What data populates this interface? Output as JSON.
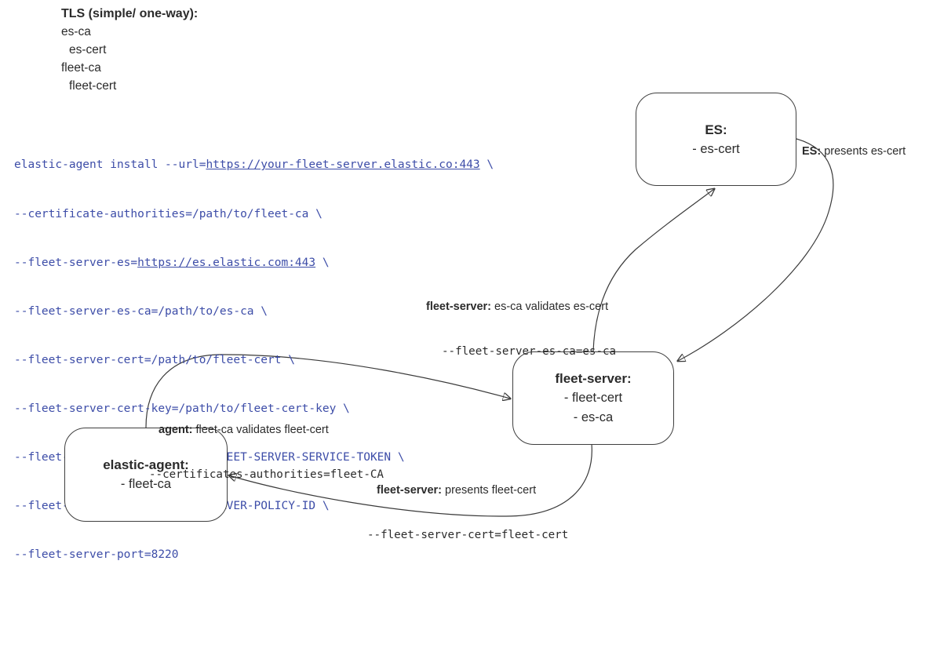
{
  "colors": {
    "background": "#ffffff",
    "text": "#2b2b2b",
    "code_blue": "#3d4da8",
    "box_border": "#3f3f3f",
    "edge_line": "#3a3a3a"
  },
  "tls_legend": {
    "title": "TLS (simple/ one-way):",
    "items": [
      {
        "label": "es-ca",
        "indent": 0
      },
      {
        "label": "es-cert",
        "indent": 1
      },
      {
        "label": "fleet-ca",
        "indent": 0
      },
      {
        "label": "fleet-cert",
        "indent": 1
      }
    ]
  },
  "command": {
    "lines": [
      {
        "pre": "elastic-agent install --url=",
        "link": "https://your-fleet-server.elastic.co:443",
        "post": " \\"
      },
      {
        "pre": "--certificate-authorities=/path/to/fleet-ca \\"
      },
      {
        "pre": "--fleet-server-es=",
        "link": "https://es.elastic.com:443",
        "post": " \\"
      },
      {
        "pre": "--fleet-server-es-ca=/path/to/es-ca \\"
      },
      {
        "pre": "--fleet-server-cert=/path/to/fleet-cert \\"
      },
      {
        "pre": "--fleet-server-cert-key=/path/to/fleet-cert-key \\"
      },
      {
        "pre": "--fleet-server-service-token=FLEET-SERVER-SERVICE-TOKEN \\"
      },
      {
        "pre": "--fleet-server-policy=FLEET-SERVER-POLICY-ID \\"
      },
      {
        "pre": "--fleet-server-port=8220"
      }
    ]
  },
  "nodes": {
    "es": {
      "title": "ES:",
      "item1": "- es-cert"
    },
    "fleet_server": {
      "title": "fleet-server:",
      "item1": "- fleet-cert",
      "item2": "- es-ca"
    },
    "elastic_agent": {
      "title": "elastic-agent:",
      "item1": "- fleet-ca"
    }
  },
  "edge_labels": {
    "es_presents": {
      "bold": "ES:",
      "text": " presents es-cert"
    },
    "fleet_validates": {
      "bold": "fleet-server:",
      "text": " es-ca validates es-cert",
      "code": "--fleet-server-es-ca=es-ca"
    },
    "agent_validates": {
      "bold": "agent:",
      "text": " fleet-ca validates fleet-cert",
      "code": "--certificates-authorities=fleet-CA"
    },
    "fleet_presents": {
      "bold": "fleet-server:",
      "text": " presents fleet-cert",
      "code": "--fleet-server-cert=fleet-cert"
    }
  }
}
